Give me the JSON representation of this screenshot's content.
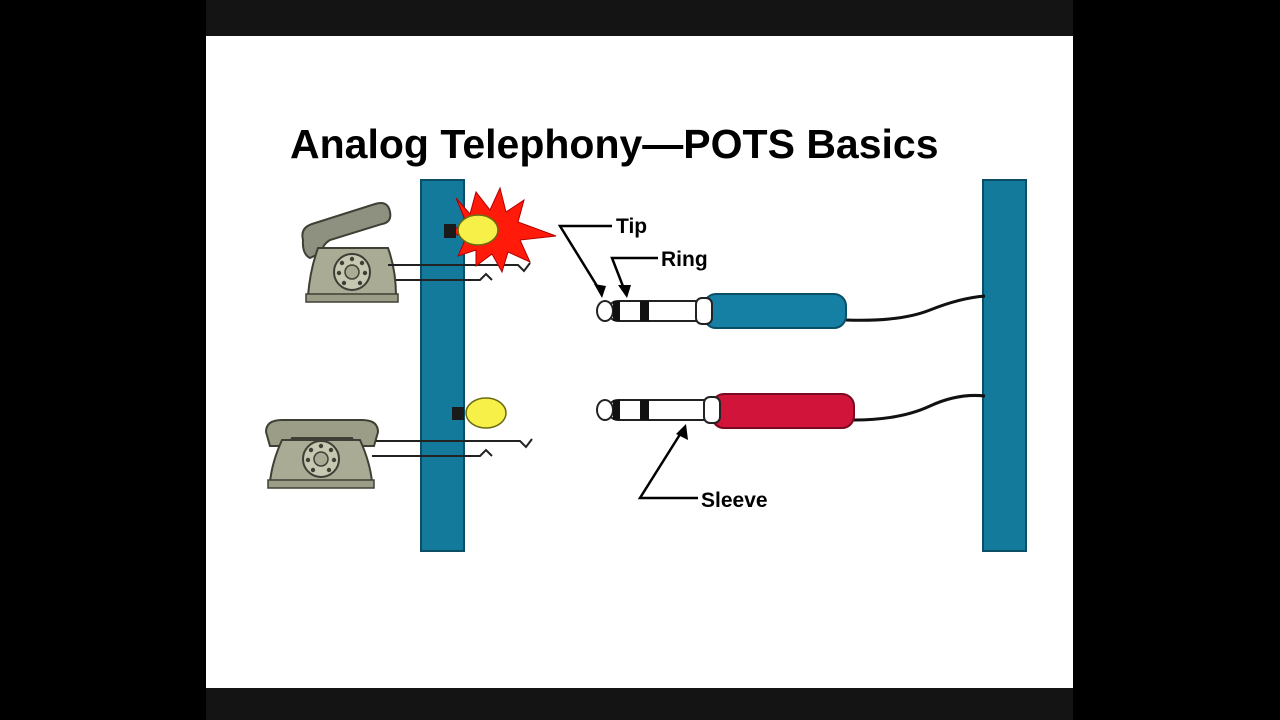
{
  "slide": {
    "title": "Analog Telephony—POTS Basics"
  },
  "labels": {
    "tip": "Tip",
    "ring": "Ring",
    "sleeve": "Sleeve"
  },
  "icons": [
    "telephone-offhook-icon",
    "telephone-onhook-icon",
    "lamp-lit-icon",
    "lamp-unlit-icon",
    "phone-plug-icon"
  ],
  "colors": {
    "panel": "#137a9c",
    "plug_blue": "#1680a4",
    "plug_red": "#d0143a",
    "lamp_lit": "#f6f048",
    "lamp_flash": "#ff1a0a",
    "phone_body": "#a9ab94"
  }
}
